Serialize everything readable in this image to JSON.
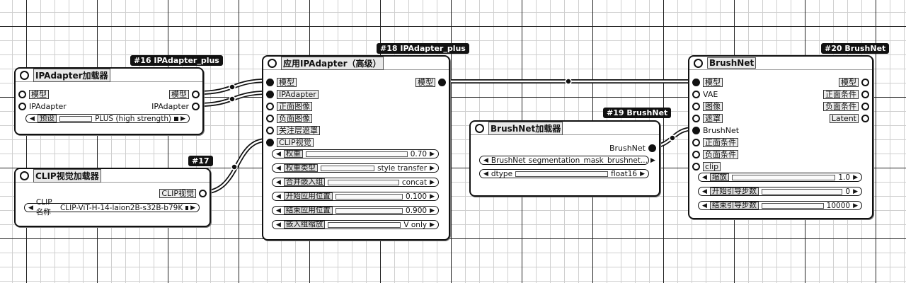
{
  "nodes": {
    "ipadapter_loader": {
      "id_tag": "#16 IPAdapter_plus",
      "title": "IPAdapter加载器",
      "inputs": [
        "模型",
        "IPAdapter"
      ],
      "outputs": [
        "模型",
        "IPAdapter"
      ],
      "widgets": [
        {
          "name": "预设",
          "value": "PLUS (high strength)"
        }
      ]
    },
    "clip_vision_loader": {
      "id_tag": "#17",
      "title": "CLIP视觉加载器",
      "outputs": [
        "CLIP视觉"
      ],
      "widgets": [
        {
          "name": "CLIP名称",
          "value": "CLIP-ViT-H-14-laion2B-s32B-b79K"
        }
      ]
    },
    "apply_ipadapter": {
      "id_tag": "#18 IPAdapter_plus",
      "title": "应用IPAdapter（高级）",
      "inputs": [
        "模型",
        "IPAdapter",
        "正面图像",
        "负面图像",
        "关注层遮罩",
        "CLIP视觉"
      ],
      "outputs": [
        "模型"
      ],
      "widgets": [
        {
          "name": "权重",
          "value": "0.70"
        },
        {
          "name": "权重类型",
          "value": "style transfer"
        },
        {
          "name": "合并嵌入组",
          "value": "concat"
        },
        {
          "name": "开始应用位置",
          "value": "0.100"
        },
        {
          "name": "结束应用位置",
          "value": "0.900"
        },
        {
          "name": "嵌入组缩放",
          "value": "V only"
        }
      ]
    },
    "brushnet_loader": {
      "id_tag": "#19 BrushNet",
      "title": "BrushNet加载器",
      "outputs": [
        "BrushNet"
      ],
      "widgets": [
        {
          "name": "BrushNet",
          "value": "segmentation_mask_brushnet..."
        },
        {
          "name": "dtype",
          "value": "float16"
        }
      ]
    },
    "brushnet": {
      "id_tag": "#20 BrushNet",
      "title": "BrushNet",
      "inputs": [
        "模型",
        "VAE",
        "图像",
        "遮罩",
        "BrushNet",
        "正面条件",
        "负面条件",
        "clip"
      ],
      "outputs": [
        "模型",
        "正面条件",
        "负面条件",
        "Latent"
      ],
      "widgets": [
        {
          "name": "缩放",
          "value": "1.0"
        },
        {
          "name": "开始引导步数",
          "value": "0"
        },
        {
          "name": "结束引导步数",
          "value": "10000"
        }
      ]
    }
  }
}
